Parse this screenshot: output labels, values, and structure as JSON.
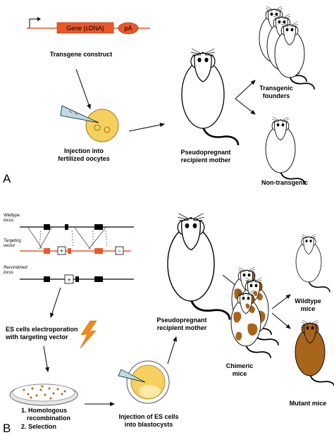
{
  "panels": {
    "a": "A",
    "b": "B"
  },
  "colors": {
    "orange": "#e8582a",
    "yellow_cell": "#f5d05e",
    "brown": "#a8651c",
    "pipette": "#b9dde6",
    "bolt": "#f08a18"
  },
  "icons": [
    "mouse-icon",
    "pipette-icon",
    "lightning-bolt-icon",
    "petri-dish-icon",
    "blastocyst-icon",
    "oocyte-icon",
    "promoter-arrow-icon"
  ],
  "panel_a": {
    "gene_label": "Gene (cDNA)",
    "pa_label": "pA",
    "construct_label": "Transgene construct",
    "injection_label": [
      "Injection into",
      "fertilized oocytes"
    ],
    "recipient_label": [
      "Pseudopregnant",
      "recipient mother"
    ],
    "founders_label": [
      "Transgenic",
      "founders"
    ],
    "nontransgenic_label": "Non-transgenic"
  },
  "panel_b": {
    "wildtype_locus": [
      "Wildtype",
      "locus"
    ],
    "targeting_vector": [
      "Targeting",
      "vector"
    ],
    "recombined_locus": [
      "Recombined",
      "locus"
    ],
    "plus_sign": "+",
    "minus_sign": "−",
    "es_label": [
      "ES cells electroporation",
      "with targeting vector"
    ],
    "selection_label": [
      "1. Homologous",
      "recombination",
      "2. Selection"
    ],
    "injection_label": [
      "Injection of ES cells",
      "into blastocysts"
    ],
    "recipient_label": [
      "Pseudopregnant",
      "recipient mother"
    ],
    "chimeric_label": [
      "Chimeric",
      "mice"
    ],
    "wildtype_label": [
      "Wildtype",
      "mice"
    ],
    "mutant_label": "Mutant mice"
  }
}
